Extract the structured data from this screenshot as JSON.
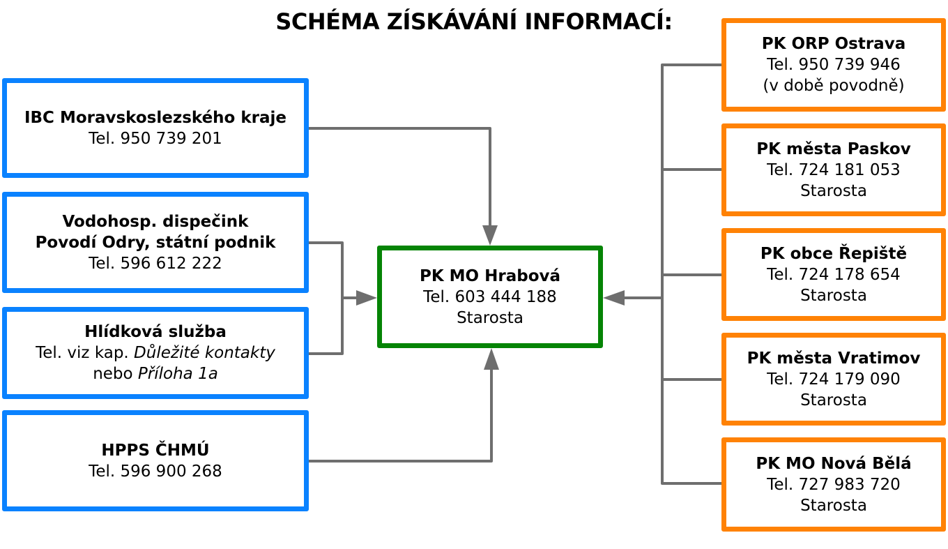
{
  "title": "SCHÉMA ZÍSKÁVÁNÍ INFORMACÍ:",
  "colors": {
    "source_border": "#0a82ff",
    "center_border": "#058405",
    "recipient_border": "#ff8205",
    "connector": "#6e6e6e"
  },
  "center": {
    "name": "PK MO Hrabová",
    "tel": "Tel. 603 444 188",
    "role": "Starosta"
  },
  "sources": [
    {
      "name": "IBC Moravskoslezského kraje",
      "tel": "Tel. 950 739 201"
    },
    {
      "name_line1": "Vodohosp. dispečink",
      "name_line2": "Povodí Odry, státní podnik",
      "tel": "Tel. 596 612 222"
    },
    {
      "name": "Hlídková služba",
      "tel_prefix": "Tel. viz kap.",
      "tel_ref1": "Důležité kontakty",
      "tel_mid": "nebo",
      "tel_ref2": "Příloha 1a"
    },
    {
      "name": "HPPS ČHMÚ",
      "tel": "Tel. 596 900 268"
    }
  ],
  "recipients": [
    {
      "name": "PK ORP Ostrava",
      "tel": "Tel. 950 739 946",
      "note": "(v době povodně)"
    },
    {
      "name": "PK města Paskov",
      "tel": "Tel. 724 181 053",
      "note": "Starosta"
    },
    {
      "name": "PK obce Řepiště",
      "tel": "Tel. 724 178 654",
      "note": "Starosta"
    },
    {
      "name": "PK města Vratimov",
      "tel": "Tel. 724 179 090",
      "note": "Starosta"
    },
    {
      "name": "PK MO Nová Bělá",
      "tel": "Tel. 727 983 720",
      "note": "Starosta"
    }
  ]
}
